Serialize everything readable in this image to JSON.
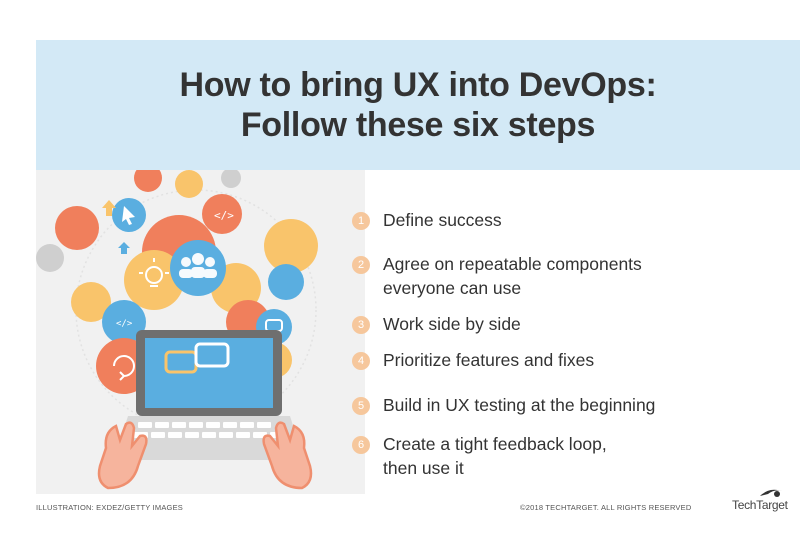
{
  "header": {
    "title_line1": "How to bring UX into DevOps:",
    "title_line2": "Follow these six steps"
  },
  "steps": [
    {
      "number": "1",
      "text": "Define success"
    },
    {
      "number": "2",
      "text_line1": "Agree on repeatable components",
      "text_line2": "everyone can use"
    },
    {
      "number": "3",
      "text": "Work side by side"
    },
    {
      "number": "4",
      "text": "Prioritize features and fixes"
    },
    {
      "number": "5",
      "text": "Build in UX testing at the beginning"
    },
    {
      "number": "6",
      "text_line1": "Create a tight feedback loop,",
      "text_line2": "then use it"
    }
  ],
  "illustration": {
    "icons": [
      "idea-icon",
      "team-icon",
      "code-icon",
      "cursor-icon",
      "chat-icon",
      "refresh-icon",
      "upload-arrow-icon",
      "laptop-icon",
      "hands-icon"
    ],
    "colors": {
      "orange": "#f07f5c",
      "yellow": "#f9c46b",
      "blue": "#5aaee0",
      "gray": "#cfcfcf",
      "background": "#f1f1f1"
    }
  },
  "footer": {
    "credit": "ILLUSTRATION: EXDEZ/GETTY IMAGES",
    "copyright": "©2018 TECHTARGET. ALL RIGHTS RESERVED",
    "brand": "TechTarget"
  },
  "colors": {
    "header_bg": "#d3e9f6",
    "title_text": "#333333",
    "step_badge": "#f6c79c",
    "step_text": "#333333"
  }
}
